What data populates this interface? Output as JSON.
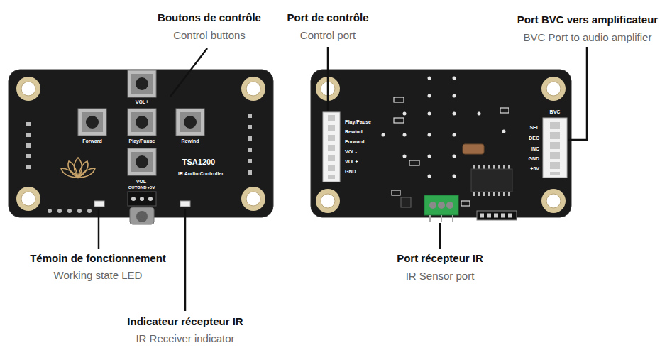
{
  "diagram": {
    "labels": [
      "Boutons de contrôle",
      "Control buttons",
      "Port de contrôle",
      "Control port",
      "Port BVC vers amplificateur",
      "BVC Port to audio amplifier",
      "VOL+",
      "Forward",
      "Play/Pause",
      "Rewind",
      "TSA1200",
      "IR Audio Controller",
      "VOL-",
      "OUT",
      "GND",
      "+5V",
      "Play/Pause",
      "Rewind",
      "Forward",
      "VOL-",
      "VOL+",
      "GND",
      "BVC",
      "SEL",
      "DEC",
      "INC",
      "GND",
      "+5V",
      "Témoin de fonctionnement",
      "Working state LED",
      "Indicateur récepteur IR",
      "IR Receiver indicator",
      "Port récepteur IR",
      "IR Sensor port"
    ]
  }
}
